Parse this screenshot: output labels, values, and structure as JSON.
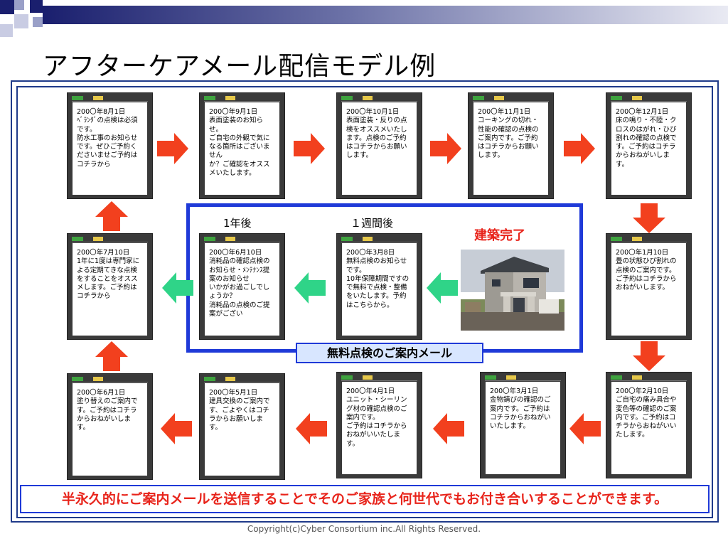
{
  "title": "アフターケアメール配信モデル例",
  "label_1year": "1年後",
  "label_1week": "１週間後",
  "completion_label": "建築完了",
  "free_caption": "無料点検のご案内メール",
  "bottom_message": "半永久的にご案内メールを送信することでそのご家族と何世代でもお付き合いすることができます。",
  "copyright": "Copyright(c)Cyber Consortium inc.All Rights Reserved.",
  "colors": {
    "accent_blue": "#1f3ad8",
    "red": "#e8241b",
    "green": "#2fd488"
  },
  "phones": {
    "top1": "200〇年8月1日\nﾍﾞﾗﾝﾀﾞの点検は必須です。\n防水工事のお知らせです。ぜひご予約くださいませご予約はコチラから",
    "top2": "200〇年9月1日\n表面塗装のお知らせ。\nご自宅の外観で気になる箇所はございません\nか？ご確認をオススメいたします。",
    "top3": "200〇年10月1日\n表面塗装・反りの点検をオススメいたします。点検のご予約はコチラからお願いします。",
    "top4": "200〇年11月1日\nコーキングの切れ・性能の確認の点検のご案内です。ご予約はコチラからお願いします。",
    "top5": "200〇年12月1日\n床の鳴り・不陸・クロスのはがれ・ひび割れの確認の点検です。ご予約はコチラからおねがいします。",
    "mid1": "200〇年7月10日\n1年に1度は専門家による定期てきな点検をすることをオススメします。ご予約はコチラから",
    "mid2": "200〇年6月10日\n消耗品の確認点検のお知らせ・ﾒﾝﾃﾅﾝｽ提案のお知らせ\nいかがお過ごしでしょうか？\n消耗品の点検のご提案がござい",
    "mid3": "200〇年3月8日\n無料点検のお知らせです。\n10年保障期間ですので無料で点検・整備をいたします。予約はこちらから。",
    "mid5": "200〇年1月10日\n畳の状態ひび割れの点検のご案内です。ご予約はコチラからおねがいします。",
    "bot1": "200〇年6月1日\n塗り替えのご案内です。ご予約はコチラからおねがいします。",
    "bot2": "200〇年5月1日\n建具交換のご案内です、ごよやくはコチラからお願いします。",
    "bot3": "200〇年4月1日\nユニット・シーリング材の確認点検のご案内です。\nご予約はコチラからおねがいいたします。",
    "bot4": "200〇年3月1日\n金物錆びの確認のご案内です。ご予約はコチラからおねがいいたします。",
    "bot5": "200〇年2月10日\nご自宅の痛み具合や変色等の確認のご案内です。ご予約はコチラからおねがいいたします。"
  }
}
